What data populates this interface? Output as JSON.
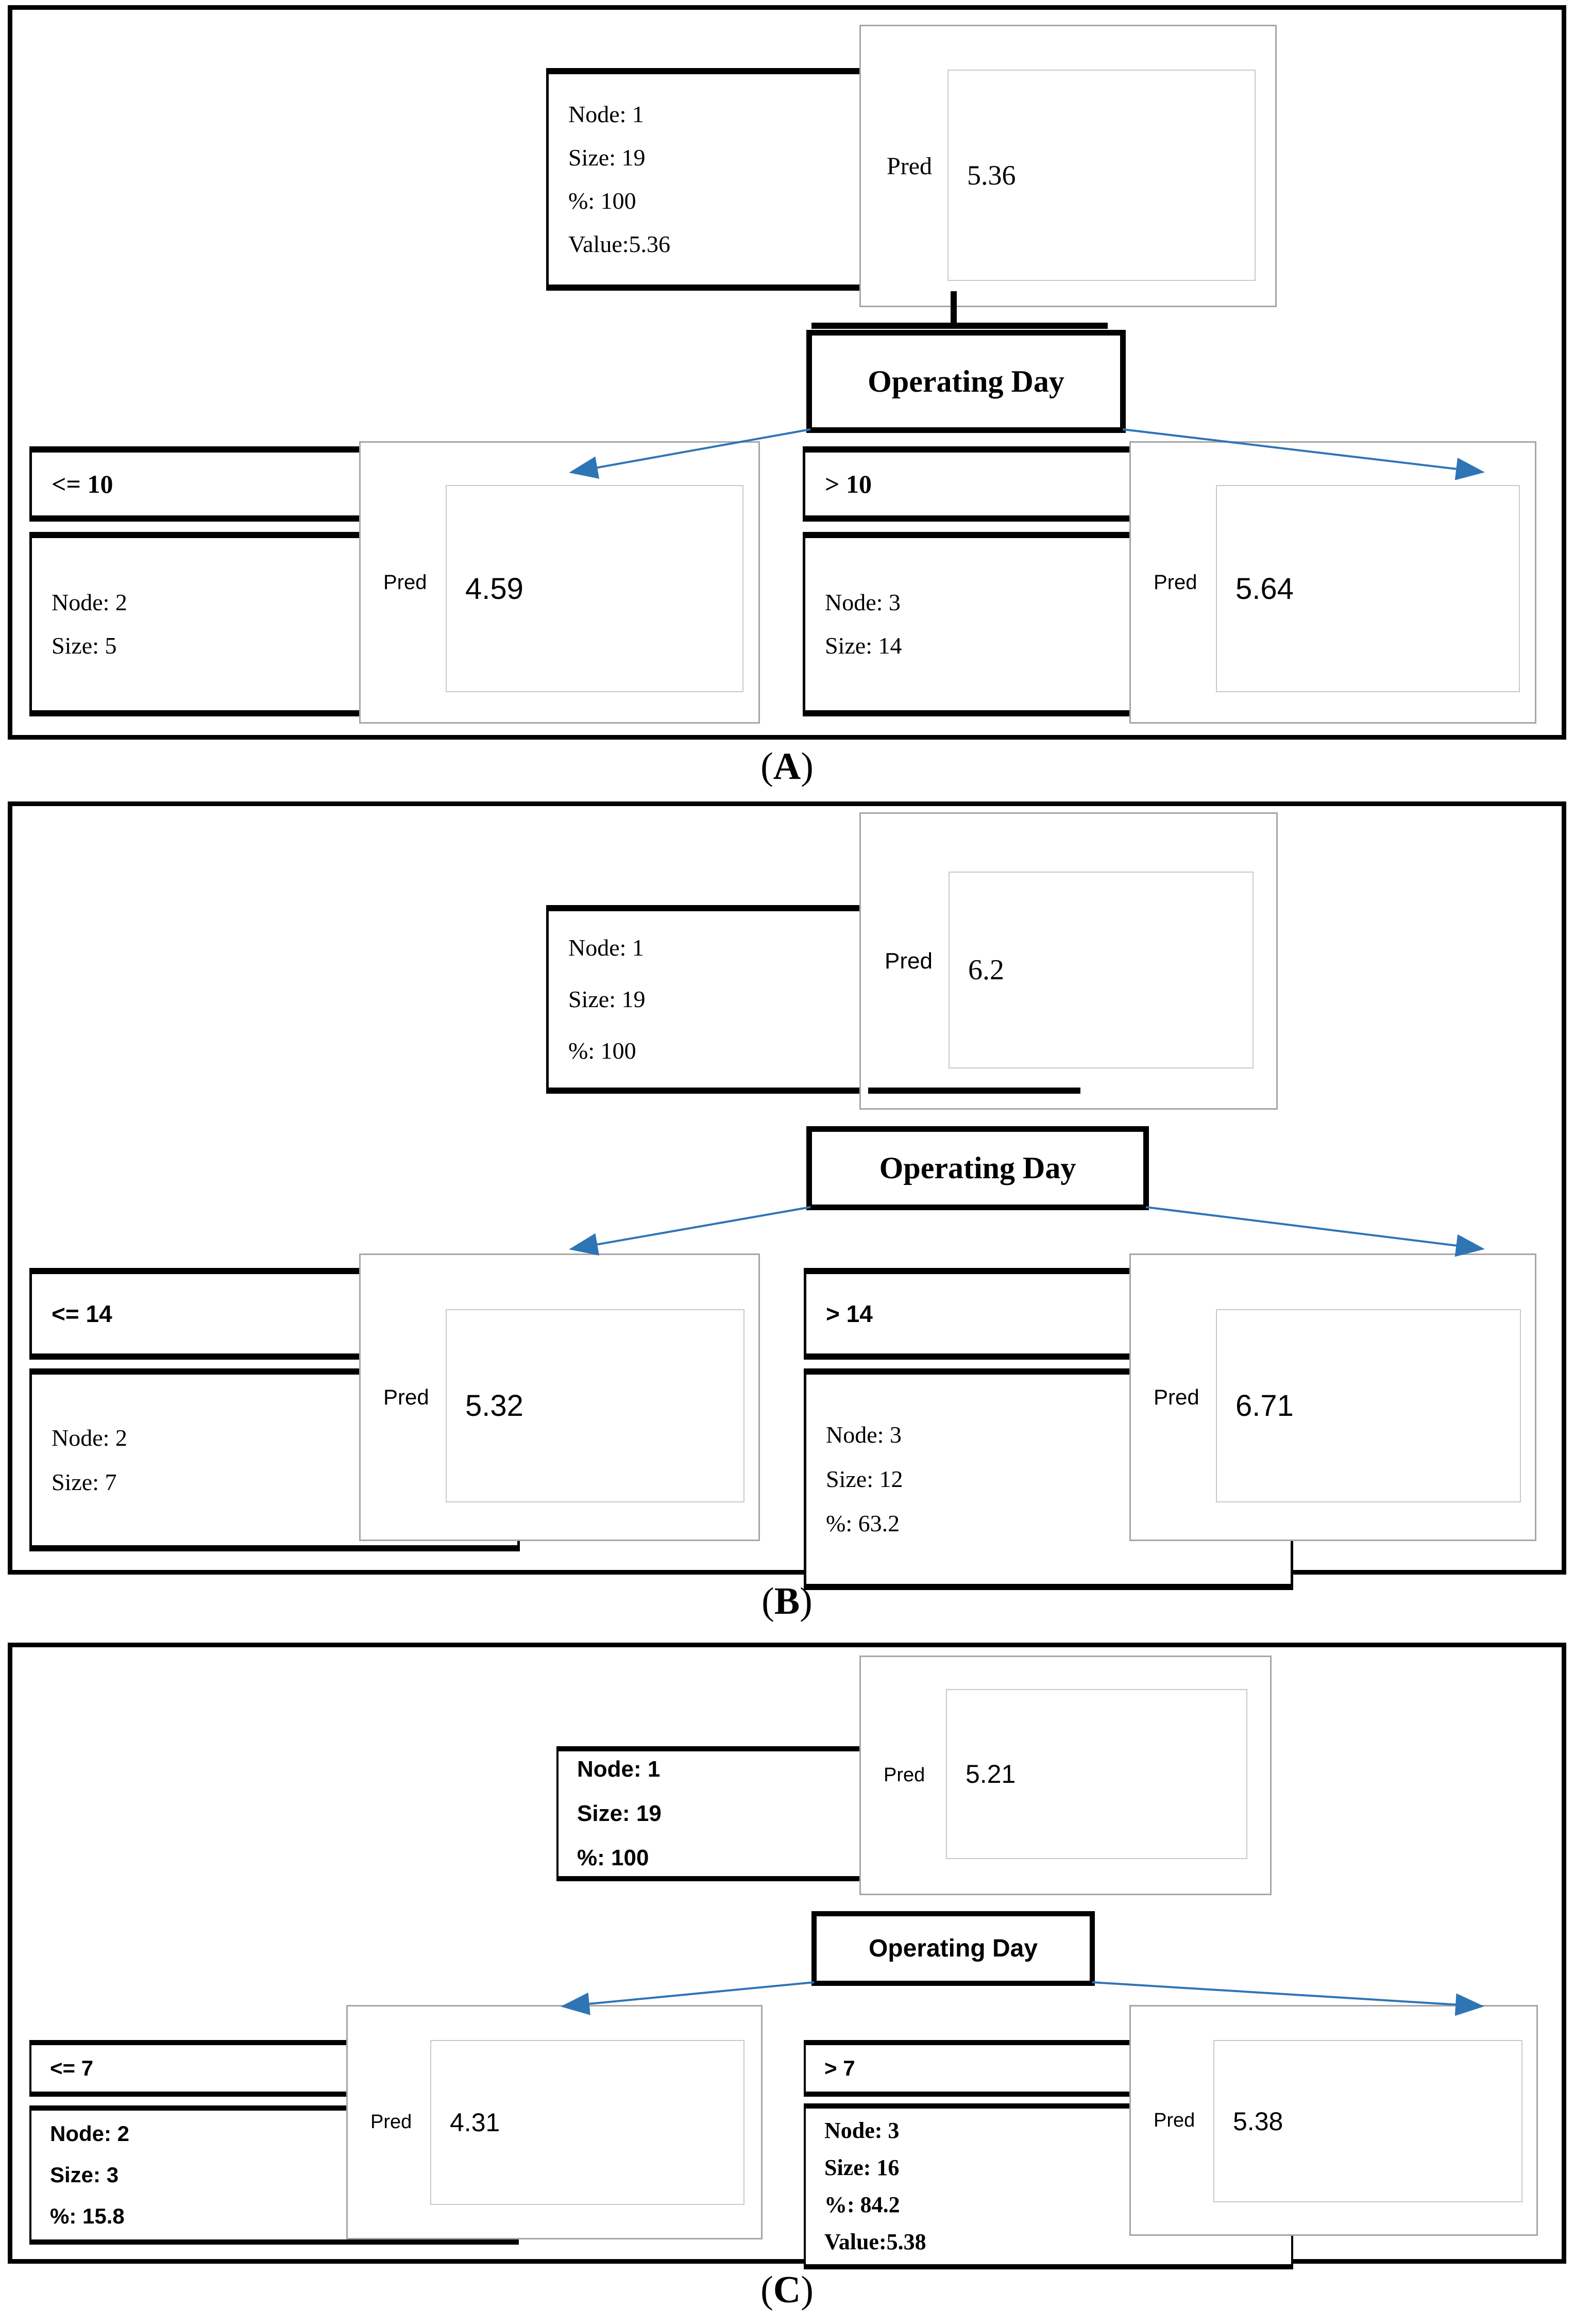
{
  "figure": {
    "colors": {
      "arrow": "#2e75b6",
      "box_border": "#000000",
      "pred_box_border": "#a6a6a6",
      "pred_inner_border": "#c9c9c9"
    },
    "panels": [
      {
        "id": "A",
        "caption_pre": "(",
        "caption_letter": "A",
        "caption_post": ")",
        "split_label": "Operating Day",
        "root": {
          "info": "Node: 1\nSize: 19\n%: 100\nValue:5.36",
          "pred_label": "Pred",
          "pred_value": "5.36"
        },
        "left": {
          "condition": "<= 10",
          "info": "Node: 2\nSize: 5",
          "pred_label": "Pred",
          "pred_value": "4.59"
        },
        "right": {
          "condition": "> 10",
          "info": "Node: 3\nSize: 14",
          "pred_label": "Pred",
          "pred_value": "5.64"
        }
      },
      {
        "id": "B",
        "caption_pre": "(",
        "caption_letter": "B",
        "caption_post": ")",
        "split_label": "Operating Day",
        "root": {
          "info": "Node: 1\nSize: 19\n%: 100",
          "pred_label": "Pred",
          "pred_value": "6.2"
        },
        "left": {
          "condition": "<= 14",
          "info": "Node: 2\nSize: 7",
          "pred_label": "Pred",
          "pred_value": "5.32"
        },
        "right": {
          "condition": "> 14",
          "info": "Node: 3\nSize: 12\n%: 63.2",
          "pred_label": "Pred",
          "pred_value": "6.71"
        }
      },
      {
        "id": "C",
        "caption_pre": "(",
        "caption_letter": "C",
        "caption_post": ")",
        "split_label": "Operating Day",
        "root": {
          "info": "Node: 1\nSize: 19\n%: 100",
          "pred_label": "Pred",
          "pred_value": "5.21"
        },
        "left": {
          "condition": "<= 7",
          "info": "Node: 2\nSize: 3\n%: 15.8",
          "pred_label": "Pred",
          "pred_value": "4.31"
        },
        "right": {
          "condition": "> 7",
          "info": "Node: 3\nSize: 16\n%: 84.2\nValue:5.38",
          "pred_label": "Pred",
          "pred_value": "5.38"
        }
      }
    ]
  }
}
